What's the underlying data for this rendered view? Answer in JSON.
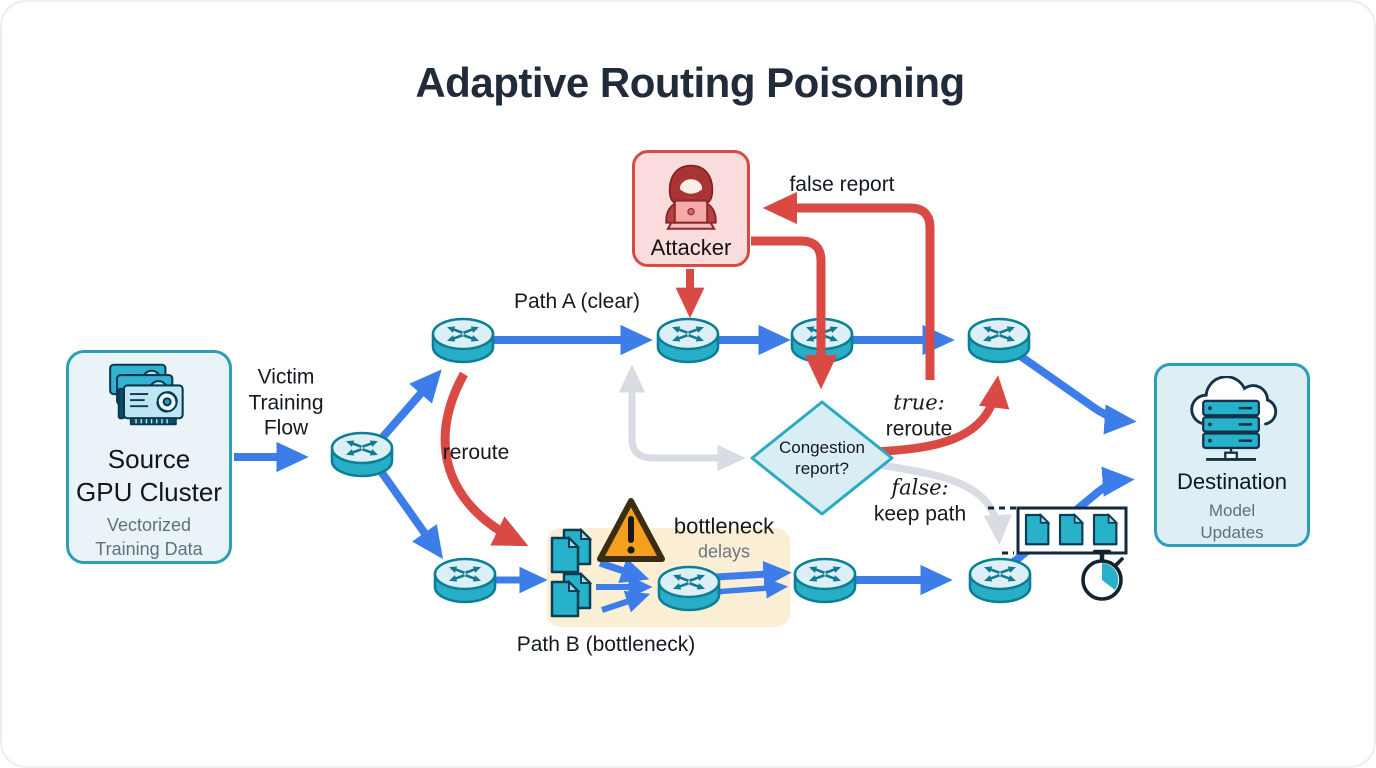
{
  "title": "Adaptive Routing Poisoning",
  "source_box": {
    "title1": "Source",
    "title2": "GPU Cluster",
    "subtitle1": "Vectorized",
    "subtitle2": "Training Data"
  },
  "victim_flow": {
    "line1": "Victim",
    "line2": "Training",
    "line3": "Flow"
  },
  "attacker_box": {
    "label": "Attacker"
  },
  "paths": {
    "path_a": "Path A (clear)",
    "path_b": "Path B (bottleneck)"
  },
  "annotations": {
    "false_report": "false report",
    "reroute_curve": "reroute",
    "true_key": "true:",
    "true_value": "reroute",
    "false_key": "false:",
    "false_value": "keep path",
    "bottleneck": "bottleneck",
    "delays": "delays"
  },
  "decision": {
    "line1": "Congestion",
    "line2": "report?"
  },
  "destination_box": {
    "title": "Destination",
    "subtitle1": "Model",
    "subtitle2": "Updates"
  },
  "colors": {
    "flow_blue": "#3c7de9",
    "attack_red": "#d94a45",
    "neutral_gray": "#d9dde3",
    "teal": "#2a9fb5",
    "router_side": "#28aec6",
    "router_top": "#ddeff6",
    "router_line": "#0c7f97",
    "warning_orange": "#f59f1e",
    "doc_teal": "#28b2ca"
  }
}
